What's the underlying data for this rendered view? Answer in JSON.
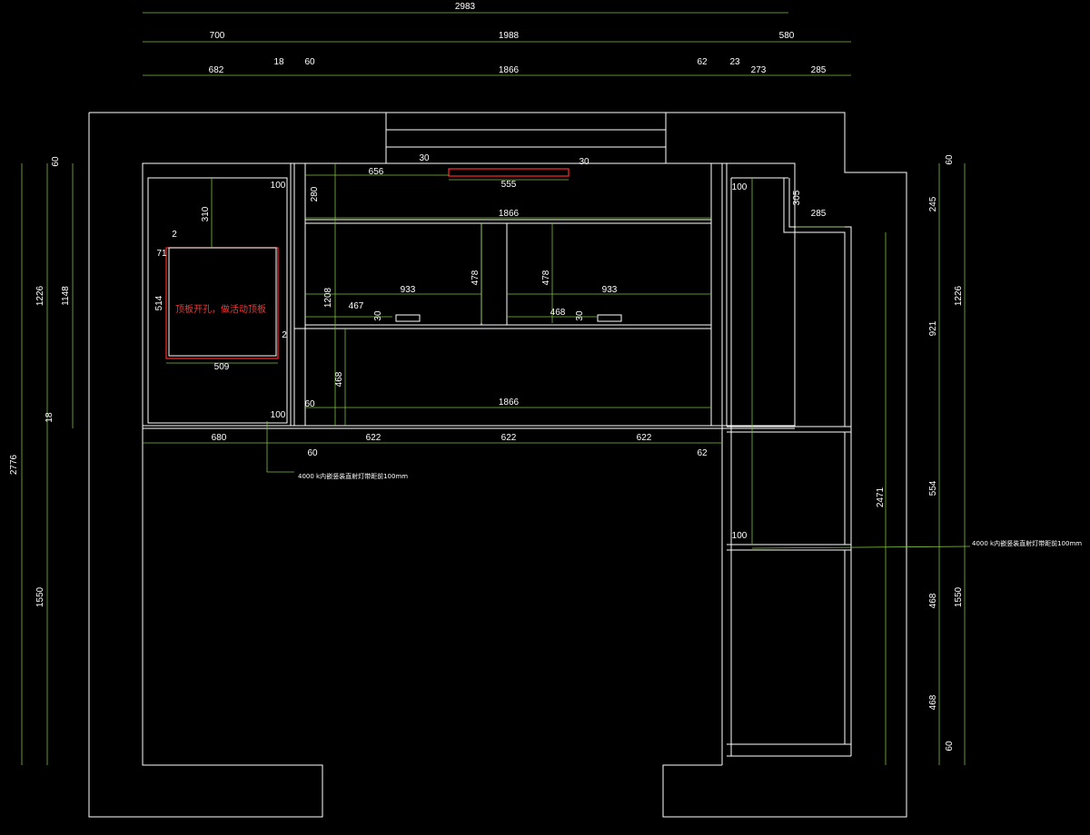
{
  "colors": {
    "background": "#000000",
    "outline": "#ffffff",
    "dimension": "#7fbf3f",
    "highlight": "#ff2a2a"
  },
  "dims": {
    "overall": "2983",
    "row2": [
      "700",
      "1988",
      "580"
    ],
    "row3": [
      "682",
      "18",
      "60",
      "1866",
      "62",
      "23",
      "273",
      "285"
    ],
    "left_outer": "2776",
    "left_mid": [
      "1226",
      "1550"
    ],
    "left_inner": [
      "60",
      "1148",
      "18"
    ],
    "right_outer": [
      "1226",
      "1550"
    ],
    "right_inner": [
      "60",
      "245",
      "921",
      "554",
      "468",
      "468",
      "60"
    ],
    "right_tall": "2471",
    "left_cab": [
      "100",
      "310",
      "2",
      "71",
      "514",
      "509",
      "2"
    ],
    "top_shelf": [
      "656",
      "30",
      "30",
      "555",
      "280",
      "1866"
    ],
    "mid": [
      "478",
      "478",
      "1208",
      "933",
      "933",
      "467",
      "468",
      "30",
      "30"
    ],
    "lower": [
      "468",
      "60",
      "100",
      "1866"
    ],
    "bottom_row": [
      "680",
      "622",
      "622",
      "622",
      "60",
      "62"
    ],
    "right_cab": [
      "100",
      "305",
      "285",
      "100"
    ]
  },
  "notes": {
    "red_label": "顶板开孔，做活动顶板",
    "led_note_1": "4000 k内嵌竖装直射灯带距前100mm",
    "led_note_2": "4000 k内嵌竖装直射灯带距前100mm"
  }
}
